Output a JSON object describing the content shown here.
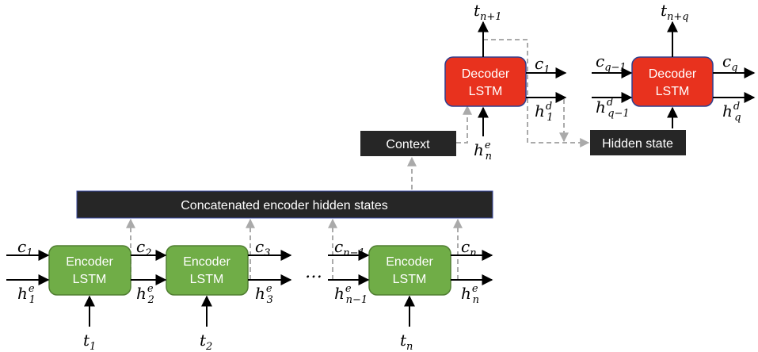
{
  "encoders": [
    {
      "line1": "Encoder",
      "line2": "LSTM",
      "c_in": "c",
      "c_in_sub": "1",
      "h_in": "h",
      "h_in_sup": "e",
      "h_in_sub": "1",
      "c_out": "c",
      "c_out_sub": "2",
      "h_out": "h",
      "h_out_sup": "e",
      "h_out_sub": "2",
      "t": "t",
      "t_sub": "1"
    },
    {
      "line1": "Encoder",
      "line2": "LSTM",
      "c_out": "c",
      "c_out_sub": "3",
      "h_out": "h",
      "h_out_sup": "e",
      "h_out_sub": "3",
      "t": "t",
      "t_sub": "2"
    },
    {
      "line1": "Encoder",
      "line2": "LSTM",
      "c_in": "c",
      "c_in_sub": "n−1",
      "h_in": "h",
      "h_in_sup": "e",
      "h_in_sub": "n−1",
      "c_out": "c",
      "c_out_sub": "n",
      "h_out": "h",
      "h_out_sup": "e",
      "h_out_sub": "n",
      "t": "t",
      "t_sub": "n"
    }
  ],
  "ellipsis": "…",
  "concat_label": "Concatenated encoder hidden states",
  "context_label": "Context",
  "hidden_state_label": "Hidden state",
  "decoders": [
    {
      "line1": "Decoder",
      "line2": "LSTM",
      "t": "t",
      "t_sub": "n+1",
      "c_out": "c",
      "c_out_sub": "1",
      "h_out": "h",
      "h_out_sup": "d",
      "h_out_sub": "1",
      "h_in": "h",
      "h_in_sup": "e",
      "h_in_sub": "n"
    },
    {
      "line1": "Decoder",
      "line2": "LSTM",
      "t": "t",
      "t_sub": "n+q",
      "c_in": "c",
      "c_in_sub": "q−1",
      "h_in": "h",
      "h_in_sup": "d",
      "h_in_sub": "q−1",
      "c_out": "c",
      "c_out_sub": "q",
      "h_out": "h",
      "h_out_sup": "d",
      "h_out_sub": "q"
    }
  ],
  "colors": {
    "encoder_fill": "#70ad47",
    "encoder_stroke": "#507e32",
    "decoder_fill": "#e8321e",
    "decoder_stroke": "#2f3f8f",
    "dark_box": "#262626",
    "dashed": "#aaaaaa"
  }
}
